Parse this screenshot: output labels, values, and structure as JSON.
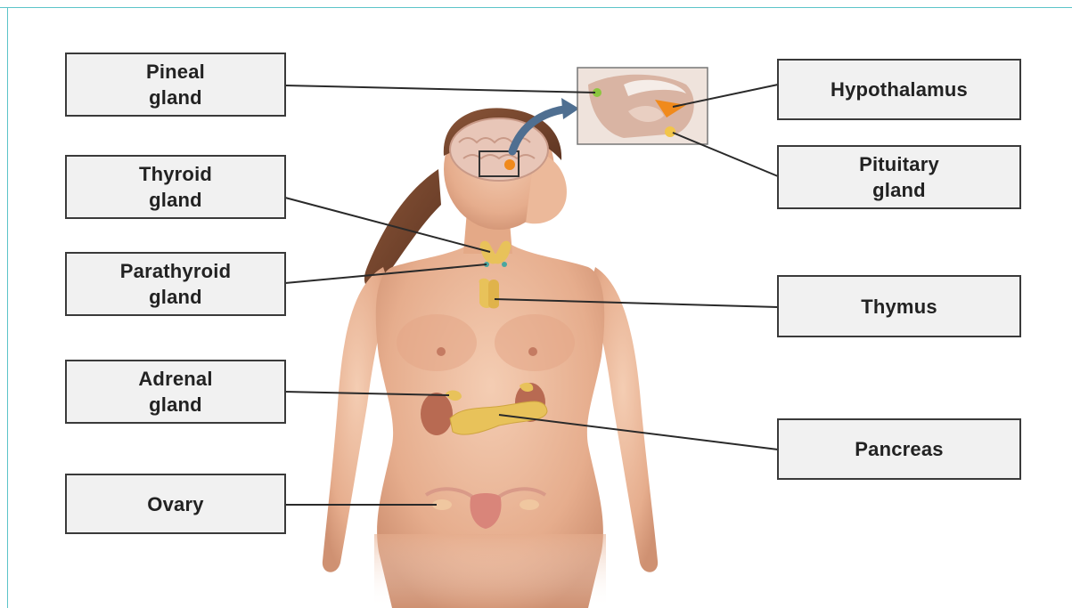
{
  "labels": {
    "pineal": "Pineal\ngland",
    "thyroid": "Thyroid\ngland",
    "parathyroid": "Parathyroid\ngland",
    "adrenal": "Adrenal\ngland",
    "ovary": "Ovary",
    "hypothalamus": "Hypothalamus",
    "pituitary": "Pituitary\ngland",
    "thymus": "Thymus",
    "pancreas": "Pancreas"
  },
  "colors": {
    "frame": "#5cc4c9",
    "label_fill": "#f1f1f1",
    "label_border": "#3a3a3a",
    "skin": "#e8b598",
    "hair": "#7a4a33",
    "gland": "#e8c25a",
    "hypothalamus": "#f08a1c",
    "arrow": "#4f6f91"
  }
}
